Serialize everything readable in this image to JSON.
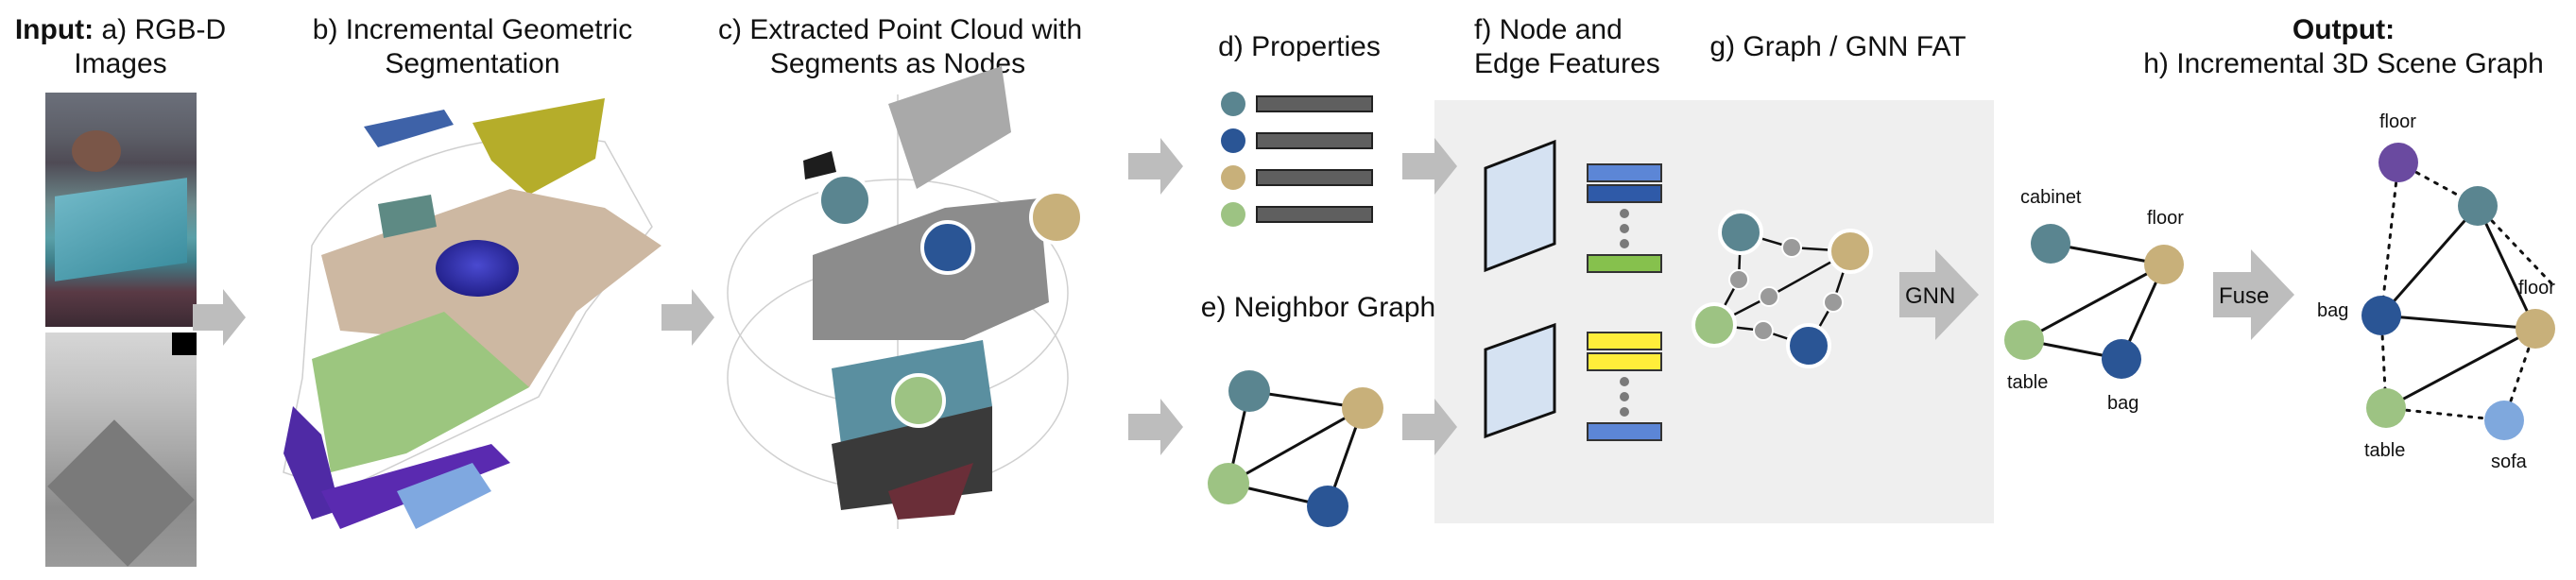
{
  "titles": {
    "input_bold": "Input:",
    "input_rest": " a) RGB-D",
    "input_line2": "Images",
    "b_line1": "b) Incremental Geometric",
    "b_line2": "Segmentation",
    "c_line1": "c) Extracted Point Cloud with",
    "c_line2": "Segments as Nodes",
    "d": "d) Properties",
    "f_line1": "f) Node and",
    "f_line2": "Edge Features",
    "g": "g) Graph / GNN FAT",
    "e": "e) Neighbor Graph",
    "h_bold": "Output:",
    "h_line2": "h) Incremental 3D Scene Graph"
  },
  "arrows": {
    "gnn": "GNN",
    "fuse": "Fuse"
  },
  "graph_labels": {
    "cabinet": "cabinet",
    "floor1": "floor",
    "table1": "table",
    "bag1": "bag",
    "floor_top": "floor",
    "bag2": "bag",
    "floor2": "floor",
    "table2": "table",
    "sofa": "sofa"
  },
  "colors": {
    "teal": "#5a8590",
    "navy": "#2a5595",
    "tan": "#c8b07a",
    "green": "#9dc383",
    "purple": "#6a4aa0",
    "lightblue": "#7fa8dd",
    "arrow": "#bdbdbd",
    "panel": "#efefef",
    "bar_gray": "#5f5f5f",
    "feat_blue": "#5c86d6",
    "feat_darkblue": "#2f5aa8",
    "feat_green": "#86c14d",
    "feat_yellow": "#ffee3a",
    "encoder": "#d5e2f2"
  }
}
